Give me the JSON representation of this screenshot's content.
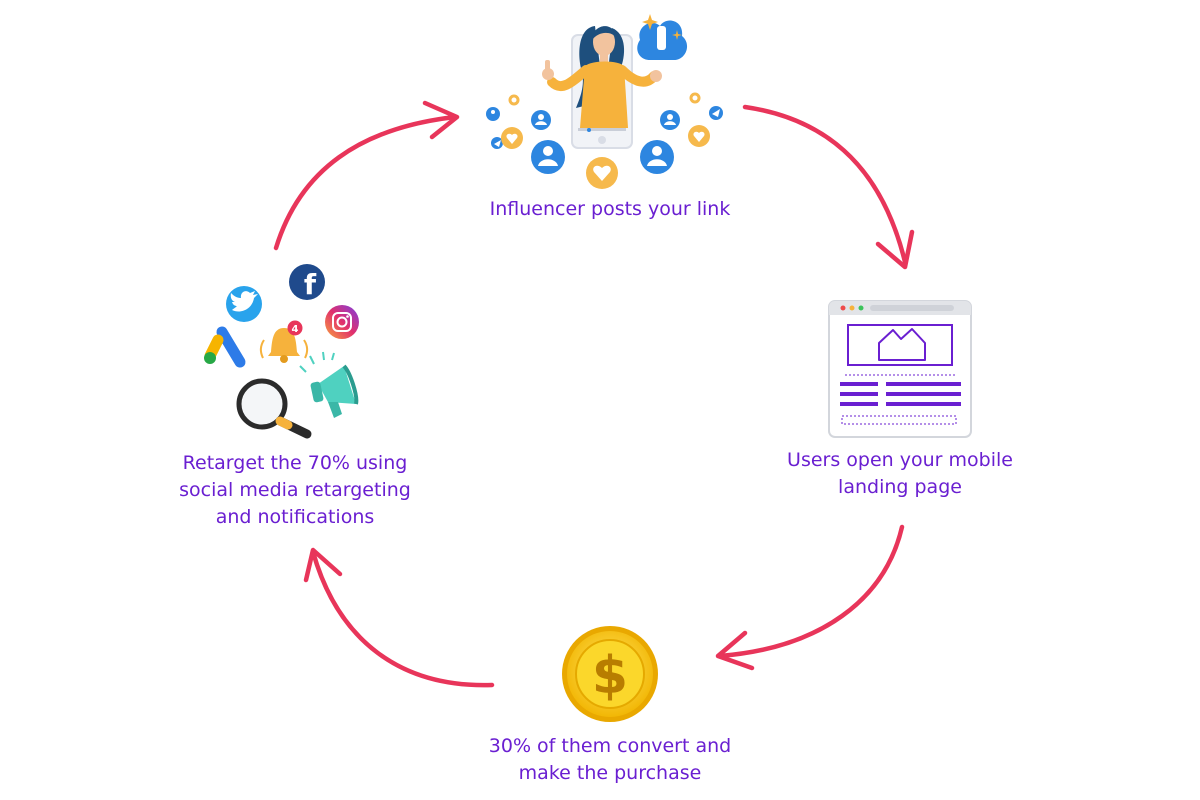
{
  "steps": {
    "influencer": {
      "lines": [
        "Influencer posts your link"
      ]
    },
    "landing": {
      "lines": [
        "Users open your mobile",
        "landing page"
      ]
    },
    "convert": {
      "lines": [
        "30% of them convert and",
        "make the purchase"
      ]
    },
    "retarget": {
      "lines": [
        "Retarget the 70% using",
        "social media retargeting",
        "and notifications"
      ]
    }
  },
  "icons": {
    "coin_symbol": "$",
    "notification_count": "4",
    "facebook_glyph": "f"
  },
  "colors": {
    "arrow": "#e8355a",
    "label_text": "#6a1fd1",
    "purple_accent": "#6a1fd1",
    "coin_gold": "#f5c211",
    "avatar_blue": "#2d86e0",
    "heart_orange": "#f6b94c"
  }
}
